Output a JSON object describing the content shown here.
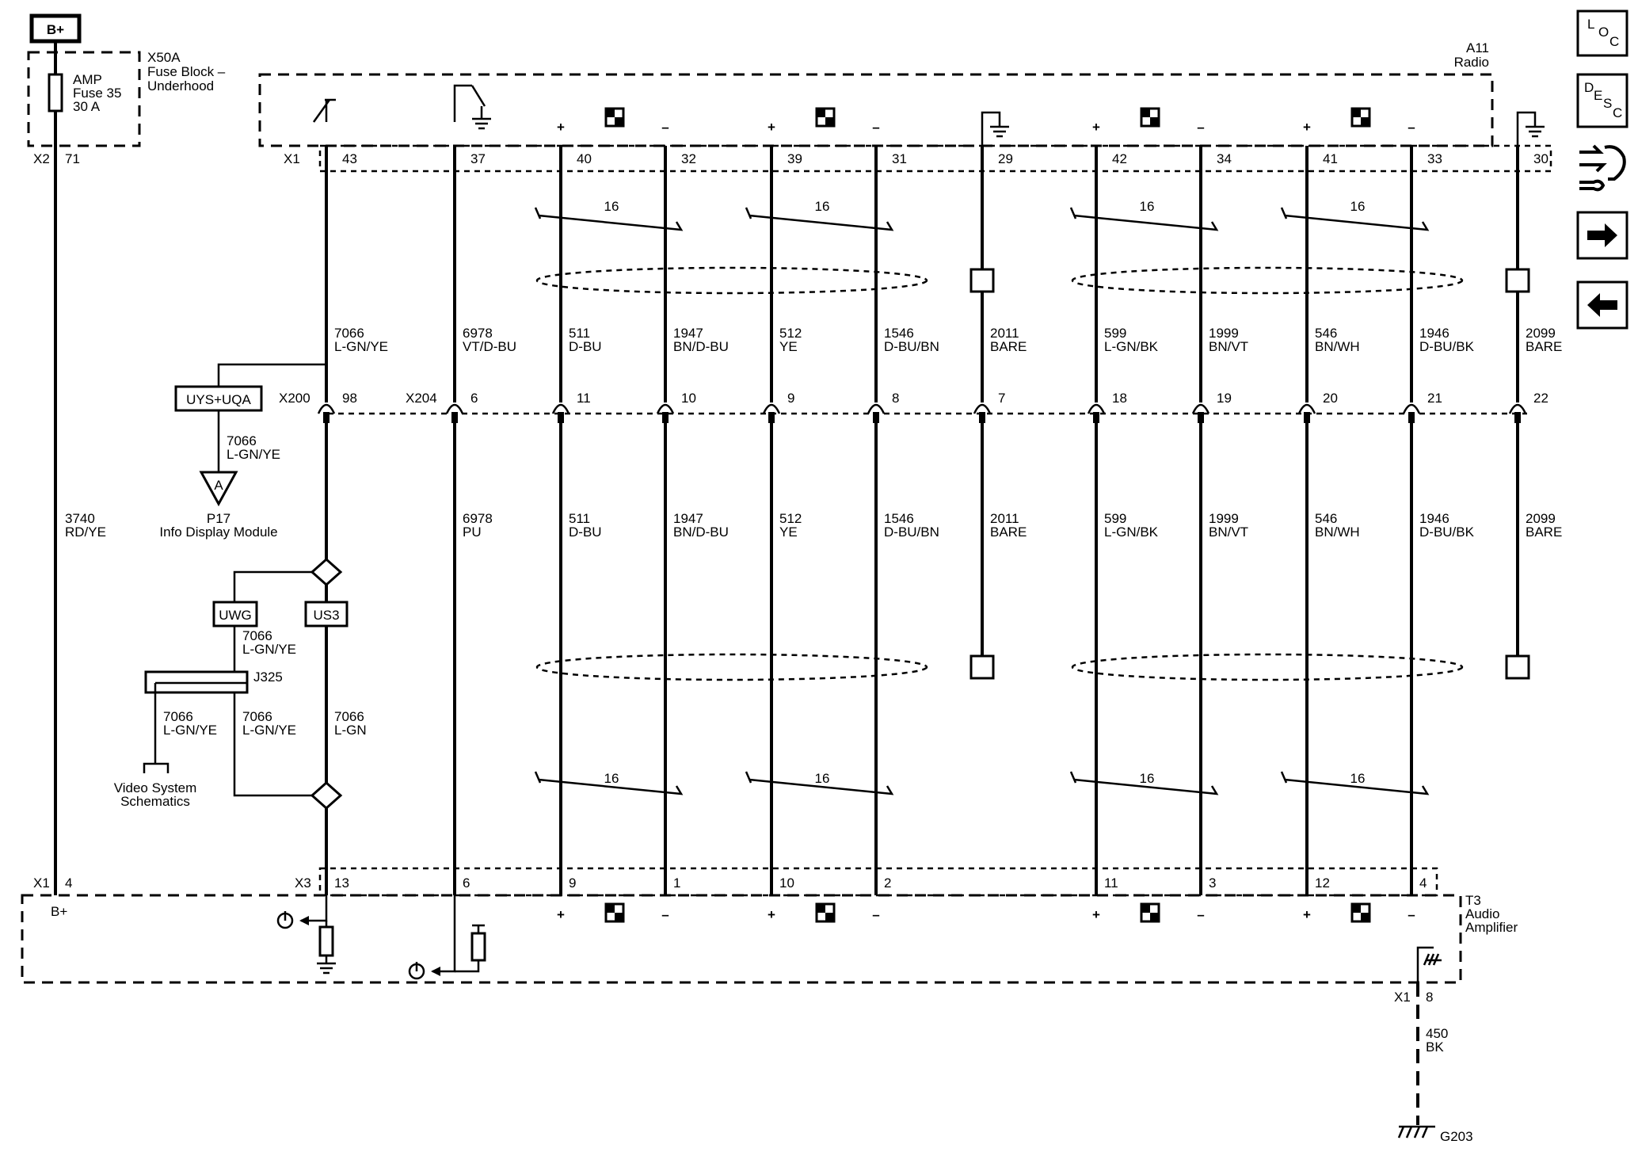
{
  "power_tag": "B+",
  "fuse_block": {
    "name": "X50A",
    "desc_line1": "Fuse Block –",
    "desc_line2": "Underhood",
    "fuse_amp": "AMP",
    "fuse_name": "Fuse 35",
    "fuse_rating": "30 A",
    "connector": "X2",
    "pin": "71"
  },
  "radio": {
    "id": "A11",
    "name": "Radio",
    "connector": "X1"
  },
  "amplifier": {
    "id": "T3",
    "name_line1": "Audio",
    "name_line2": "Amplifier",
    "bplus_label": "B+",
    "conn_x1": "X1",
    "pin_x1": "4",
    "conn_x3": "X3",
    "ground_conn": "X1",
    "ground_pin": "8"
  },
  "power_wire": {
    "circuit": "3740",
    "color": "RD/YE"
  },
  "ground_wire": {
    "circuit": "450",
    "color": "BK",
    "ground": "G203"
  },
  "inline_connectors": {
    "x200": "X200",
    "x200_pin": "98",
    "x204": "X204"
  },
  "twist_label": "16",
  "plus_sign": "+",
  "minus_sign": "–",
  "wires": [
    {
      "radio_pin": "43",
      "inline_pin": "98",
      "amp_pin": "13",
      "top_circuit": "7066",
      "top_color": "L-GN/YE"
    },
    {
      "radio_pin": "37",
      "inline_pin": "6",
      "amp_pin": "6",
      "top_circuit": "6978",
      "top_color": "VT/D-BU",
      "bot_circuit": "6978",
      "bot_color": "PU"
    },
    {
      "radio_pin": "40",
      "inline_pin": "11",
      "amp_pin": "9",
      "top_circuit": "511",
      "top_color": "D-BU",
      "bot_circuit": "511",
      "bot_color": "D-BU"
    },
    {
      "radio_pin": "32",
      "inline_pin": "10",
      "amp_pin": "1",
      "top_circuit": "1947",
      "top_color": "BN/D-BU",
      "bot_circuit": "1947",
      "bot_color": "BN/D-BU"
    },
    {
      "radio_pin": "39",
      "inline_pin": "9",
      "amp_pin": "10",
      "top_circuit": "512",
      "top_color": "YE",
      "bot_circuit": "512",
      "bot_color": "YE"
    },
    {
      "radio_pin": "31",
      "inline_pin": "8",
      "amp_pin": "2",
      "top_circuit": "1546",
      "top_color": "D-BU/BN",
      "bot_circuit": "1546",
      "bot_color": "D-BU/BN"
    },
    {
      "radio_pin": "29",
      "inline_pin": "7",
      "top_circuit": "2011",
      "top_color": "BARE",
      "bot_circuit": "2011",
      "bot_color": "BARE"
    },
    {
      "radio_pin": "42",
      "inline_pin": "18",
      "amp_pin": "11",
      "top_circuit": "599",
      "top_color": "L-GN/BK",
      "bot_circuit": "599",
      "bot_color": "L-GN/BK"
    },
    {
      "radio_pin": "34",
      "inline_pin": "19",
      "amp_pin": "3",
      "top_circuit": "1999",
      "top_color": "BN/VT",
      "bot_circuit": "1999",
      "bot_color": "BN/VT"
    },
    {
      "radio_pin": "41",
      "inline_pin": "20",
      "amp_pin": "12",
      "top_circuit": "546",
      "top_color": "BN/WH",
      "bot_circuit": "546",
      "bot_color": "BN/WH"
    },
    {
      "radio_pin": "33",
      "inline_pin": "21",
      "amp_pin": "4",
      "top_circuit": "1946",
      "top_color": "D-BU/BK",
      "bot_circuit": "1946",
      "bot_color": "D-BU/BK"
    },
    {
      "radio_pin": "30",
      "inline_pin": "22",
      "top_circuit": "2099",
      "top_color": "BARE",
      "bot_circuit": "2099",
      "bot_color": "BARE"
    }
  ],
  "options": {
    "uys": "UYS+UQA",
    "uwg": "UWG",
    "us3": "US3"
  },
  "info_display": {
    "circuit": "7066",
    "color": "L-GN/YE",
    "connector_letter": "A",
    "module_id": "P17",
    "module_name": "Info Display Module"
  },
  "splice": {
    "id": "J325",
    "uwg_circuit": "7066",
    "uwg_color": "L-GN/YE",
    "left_circuit": "7066",
    "left_color": "L-GN/YE",
    "mid_circuit": "7066",
    "mid_color": "L-GN/YE",
    "us3_circuit": "7066",
    "us3_color": "L-GN"
  },
  "video": {
    "line1": "Video System",
    "line2": "Schematics"
  },
  "nav": {
    "loc": [
      "L",
      "O",
      "C"
    ],
    "desc": [
      "D",
      "E",
      "S",
      "C"
    ]
  }
}
